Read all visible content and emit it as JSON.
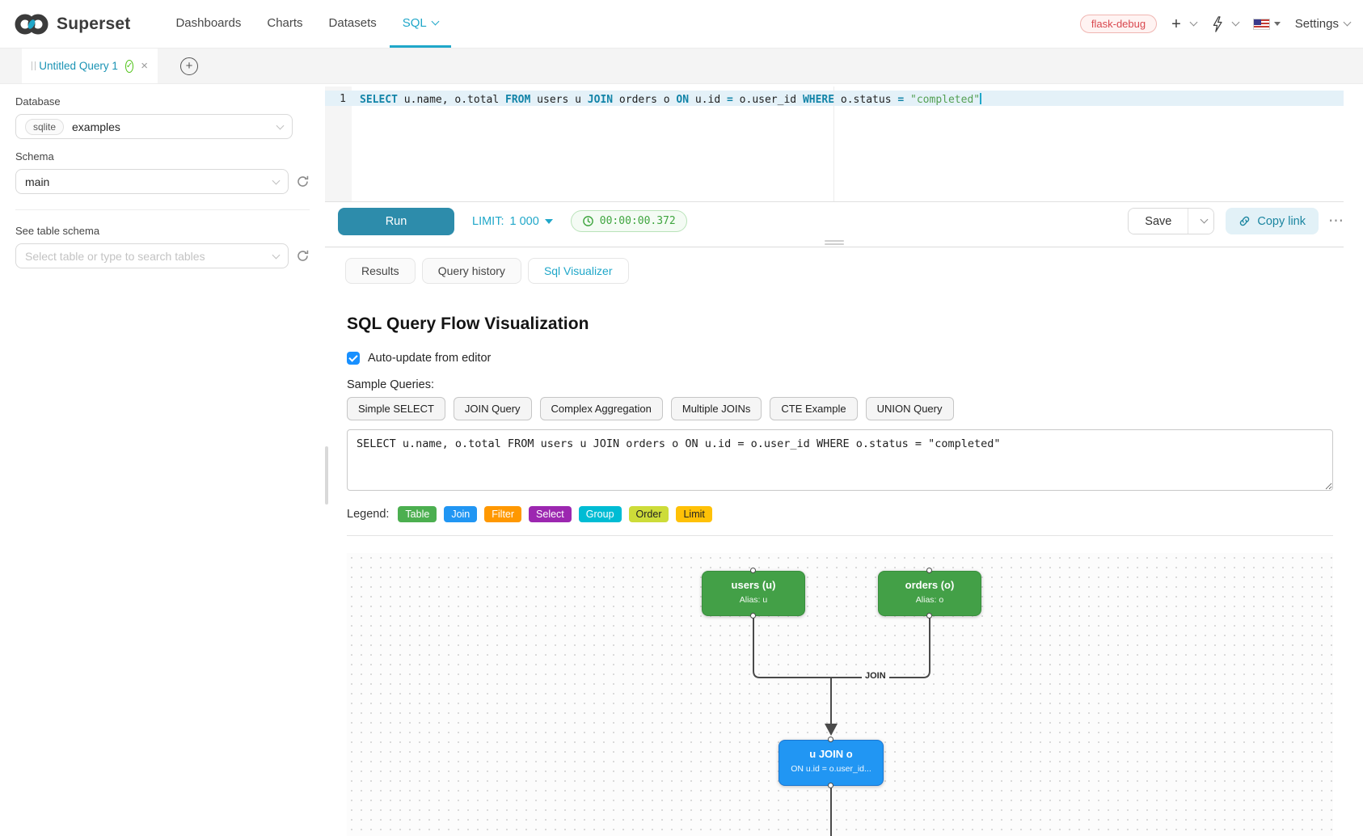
{
  "navbar": {
    "brand": "Superset",
    "items": [
      "Dashboards",
      "Charts",
      "Datasets",
      "SQL"
    ],
    "env_badge": "flask-debug",
    "settings_label": "Settings"
  },
  "icons": {
    "plus": "+",
    "new_tab": "+",
    "close": "×",
    "check": "✓",
    "more": "⋯"
  },
  "tab_bar": {
    "active_tab_title": "Untitled Query 1"
  },
  "sidebar": {
    "database_label": "Database",
    "database_engine_tag": "sqlite",
    "database_value": "examples",
    "schema_label": "Schema",
    "schema_value": "main",
    "table_label": "See table schema",
    "table_placeholder": "Select table or type to search tables"
  },
  "editor": {
    "line_number": "1",
    "tokens": [
      "SELECT",
      " u.name, o.total ",
      "FROM",
      " users u ",
      "JOIN",
      " orders o ",
      "ON",
      " u.id ",
      "=",
      " o.user_id ",
      "WHERE",
      " o.status ",
      "=",
      " ",
      "\"completed\""
    ]
  },
  "toolbar": {
    "run": "Run",
    "limit_label": "LIMIT:",
    "limit_value": "1 000",
    "timer": "00:00:00.372",
    "save": "Save",
    "copy_link": "Copy link"
  },
  "result_tabs": [
    {
      "label": "Results",
      "active": false
    },
    {
      "label": "Query history",
      "active": false
    },
    {
      "label": "Sql Visualizer",
      "active": true
    }
  ],
  "visualizer": {
    "title": "SQL Query Flow Visualization",
    "auto_update_label": "Auto-update from editor",
    "auto_update_checked": true,
    "samples_label": "Sample Queries:",
    "samples": [
      "Simple SELECT",
      "JOIN Query",
      "Complex Aggregation",
      "Multiple JOINs",
      "CTE Example",
      "UNION Query"
    ],
    "sql_input": "SELECT u.name, o.total FROM users u JOIN orders o ON u.id = o.user_id WHERE o.status = \"completed\"",
    "legend_label": "Legend:",
    "legend": [
      {
        "label": "Table",
        "bg": "#4caf50",
        "fg": "#ffffff"
      },
      {
        "label": "Join",
        "bg": "#2196f3",
        "fg": "#ffffff"
      },
      {
        "label": "Filter",
        "bg": "#ff9800",
        "fg": "#ffffff"
      },
      {
        "label": "Select",
        "bg": "#9c27b0",
        "fg": "#ffffff"
      },
      {
        "label": "Group",
        "bg": "#00bcd4",
        "fg": "#ffffff"
      },
      {
        "label": "Order",
        "bg": "#cddc39",
        "fg": "#212121"
      },
      {
        "label": "Limit",
        "bg": "#ffc107",
        "fg": "#212121"
      }
    ]
  },
  "flow": {
    "edge_label": "JOIN",
    "nodes": [
      {
        "title": "users (u)",
        "subtitle": "Alias: u",
        "bg": "#43a047",
        "border": "#388e3c"
      },
      {
        "title": "orders (o)",
        "subtitle": "Alias: o",
        "bg": "#43a047",
        "border": "#388e3c"
      },
      {
        "title": "u JOIN o",
        "subtitle": "ON u.id = o.user_id...",
        "bg": "#2196f3",
        "border": "#1976d2"
      }
    ]
  },
  "colors": {
    "primary_teal": "#20a7c9",
    "run_button": "#2d8cab",
    "sql_keyword": "#1284a8",
    "sql_string": "#53a053",
    "timer_green": "#3fa53f",
    "env_badge_red": "#d9484f"
  }
}
